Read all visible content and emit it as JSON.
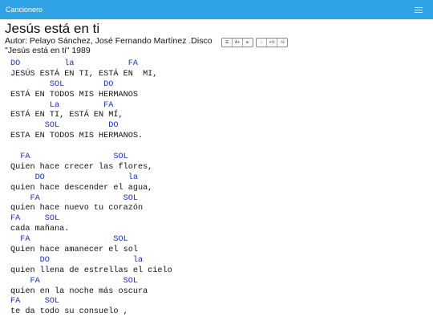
{
  "app": {
    "title": "Cancionero"
  },
  "song": {
    "title": "Jesús está en ti",
    "meta_line1": "Autor: Pelayo Sánchez, José Fernando Martínez .Disco",
    "meta_line2": "\"Jesús está en ti\" 1989"
  },
  "controls": {
    "view": [
      "☰",
      "A+",
      "a-"
    ],
    "transpose": [
      "↓",
      "+½",
      "-½"
    ]
  },
  "lyrics": [
    {
      "t": "chord",
      "text": "DO         la           FA"
    },
    {
      "t": "text",
      "text": "JESÚS ESTÁ EN TI, ESTÁ EN  MI,"
    },
    {
      "t": "chord",
      "text": "        SOL        DO"
    },
    {
      "t": "text",
      "text": "ESTÁ EN TODOS MIS HERMANOS"
    },
    {
      "t": "chord",
      "text": "        La         FA"
    },
    {
      "t": "text",
      "text": "ESTÁ EN TI, ESTÁ EN MÍ,"
    },
    {
      "t": "chord",
      "text": "       SOL          DO"
    },
    {
      "t": "text",
      "text": "ESTA EN TODOS MIS HERMANOS."
    },
    {
      "t": "blank",
      "text": " "
    },
    {
      "t": "chord",
      "text": "  FA                 SOL"
    },
    {
      "t": "text",
      "text": "Quien hace crecer las flores,"
    },
    {
      "t": "chord",
      "text": "     DO                 la"
    },
    {
      "t": "text",
      "text": "quien hace descender el agua,"
    },
    {
      "t": "chord",
      "text": "    FA                 SOL"
    },
    {
      "t": "text",
      "text": "quien hace nuevo tu corazón"
    },
    {
      "t": "chord",
      "text": "FA     SOL"
    },
    {
      "t": "text",
      "text": "cada mañana."
    },
    {
      "t": "chord",
      "text": "  FA                 SOL"
    },
    {
      "t": "text",
      "text": "Quien hace amanecer el sol"
    },
    {
      "t": "chord",
      "text": "      DO                 la"
    },
    {
      "t": "text",
      "text": "quien llena de estrellas el cielo"
    },
    {
      "t": "chord",
      "text": "    FA                 SOL"
    },
    {
      "t": "text",
      "text": "quien en la noche más oscura"
    },
    {
      "t": "chord",
      "text": "FA     SOL"
    },
    {
      "t": "text",
      "text": "te da todo su consuelo ,"
    }
  ]
}
